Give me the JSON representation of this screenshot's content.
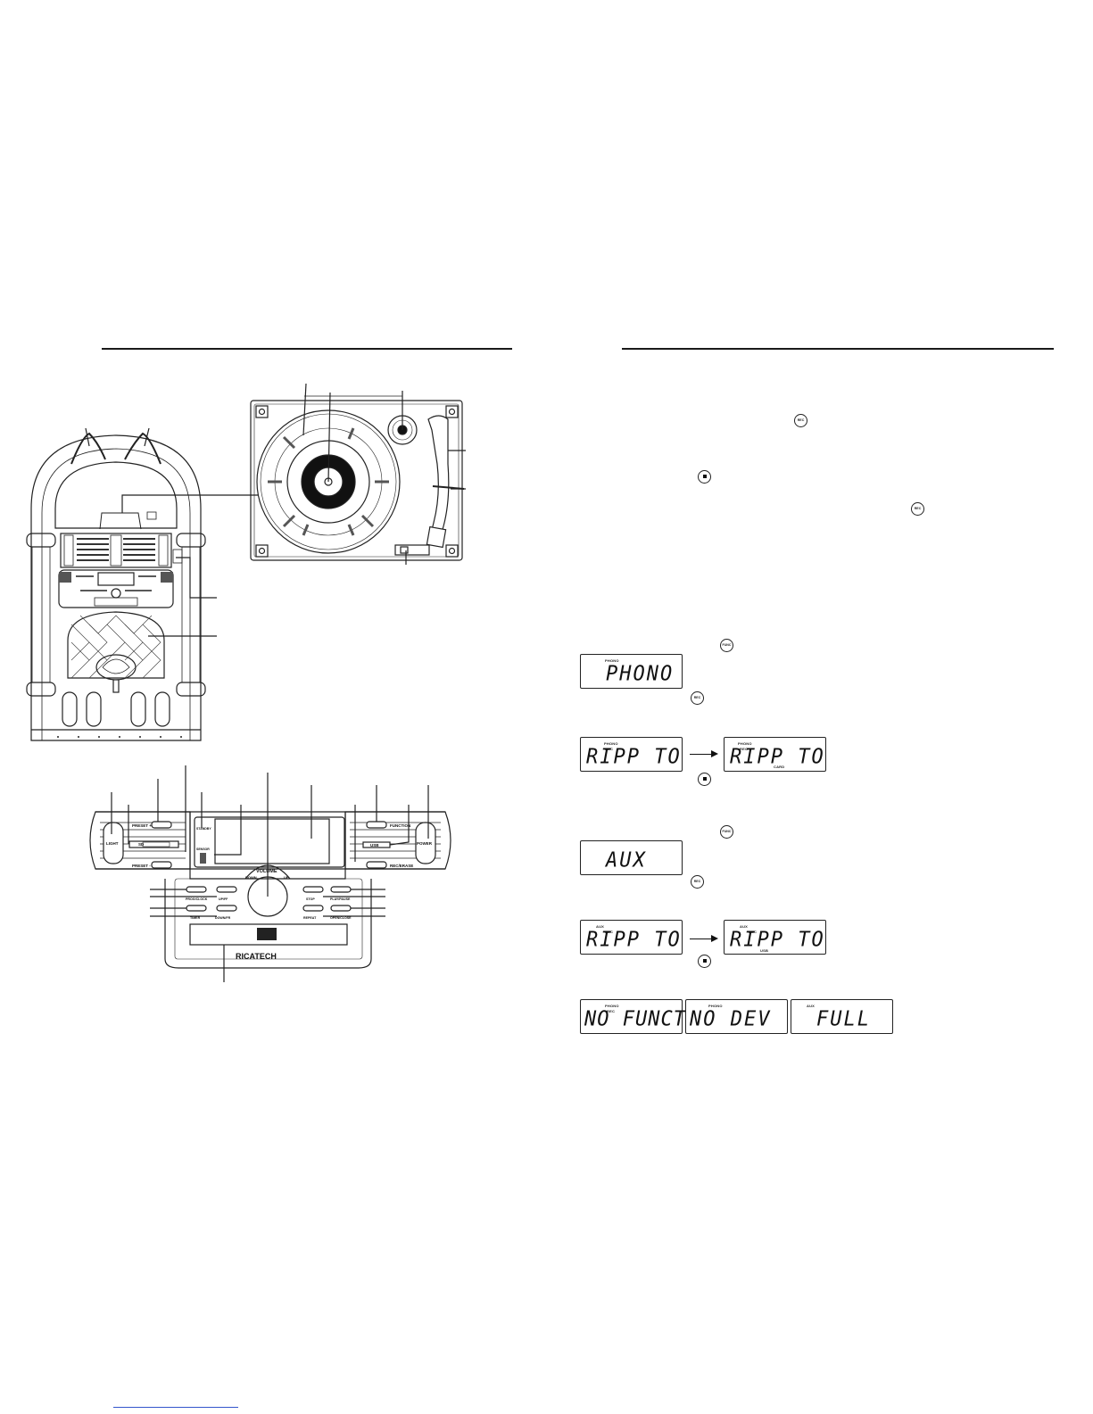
{
  "jukebox_panel": {
    "brand": "RICATECH",
    "button_labels": {
      "light": "LIGHT",
      "power": "POWER",
      "preset_plus": "PRESET +",
      "preset_minus": "PRESET -",
      "function": "FUNCTION",
      "usb": "USB",
      "rec_erase": "REC/ERASE",
      "volume": "VOLUME",
      "down": "DOWN",
      "up": "UP",
      "prog_clock": "PROG/CLOCK",
      "up_fwd": "UP/FF",
      "stop": "STOP",
      "play_pause": "PLAY/PAUSE",
      "timer": "TIMER",
      "down_rew": "DOWN/FR",
      "repeat": "REPEAT",
      "open_close": "OPEN/CLOSE",
      "sd": "SD",
      "standby": "STANDBY",
      "sensor": "SENSOR"
    }
  },
  "icons": {
    "rec": "REC",
    "func": "FUNC"
  },
  "lcds": {
    "phono": {
      "small": "PHONO",
      "main": "PHONO"
    },
    "ripp_phono_a": {
      "small_top": "PHONO",
      "small_mid": "REC",
      "main": "RIPP TO"
    },
    "ripp_phono_b": {
      "small_top": "PHONO",
      "small_mid": "REC",
      "small_bottom": "CARD",
      "main": "RIPP TO"
    },
    "aux": {
      "main": "AUX"
    },
    "ripp_aux_a": {
      "small_top": "AUX",
      "small_mid": "REC",
      "main": "RIPP TO"
    },
    "ripp_aux_b": {
      "small_top": "AUX",
      "small_mid": "REC",
      "small_bottom": "USB",
      "main": "RIPP TO"
    },
    "no_funct": {
      "small_top": "PHONO",
      "small_mid": "REC",
      "main": "NO FUNCT"
    },
    "no_dev": {
      "small_top": "PHONO",
      "main": "NO DEV"
    },
    "full": {
      "small_top": "AUX",
      "main": "FULL"
    }
  }
}
